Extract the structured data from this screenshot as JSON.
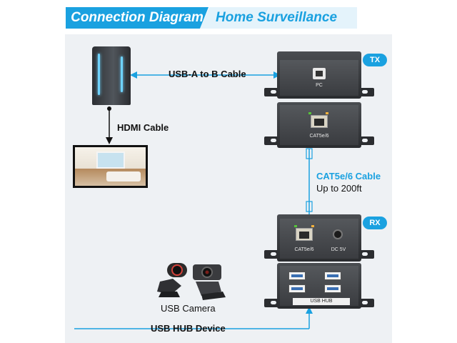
{
  "header": {
    "primary_title": "Connection Diagram",
    "secondary_title": "Home Surveillance"
  },
  "labels": {
    "usb_a_to_b": "USB-A to B Cable",
    "hdmi": "HDMI Cable",
    "cat_cable": "CAT5e/6 Cable",
    "cat_range": "Up to 200ft",
    "usb_camera": "USB Camera",
    "usb_hub_device": "USB HUB Device"
  },
  "badges": {
    "tx": "TX",
    "rx": "RX"
  },
  "tx_unit": {
    "port_pc": "PC",
    "port_cat": "CAT5e/6"
  },
  "rx_unit": {
    "port_cat": "CAT5e/6",
    "port_dc": "DC 5V",
    "hub_label": "USB HUB"
  },
  "colors": {
    "accent": "#1aa1e0",
    "panel": "#eef1f4",
    "device": "#3a3c40"
  },
  "icons": [
    "pc-tower-icon",
    "monitor-icon",
    "usb-camera-icon",
    "rj45-port-icon",
    "usb-b-port-icon",
    "dc-jack-icon",
    "usb-a-port-icon"
  ]
}
